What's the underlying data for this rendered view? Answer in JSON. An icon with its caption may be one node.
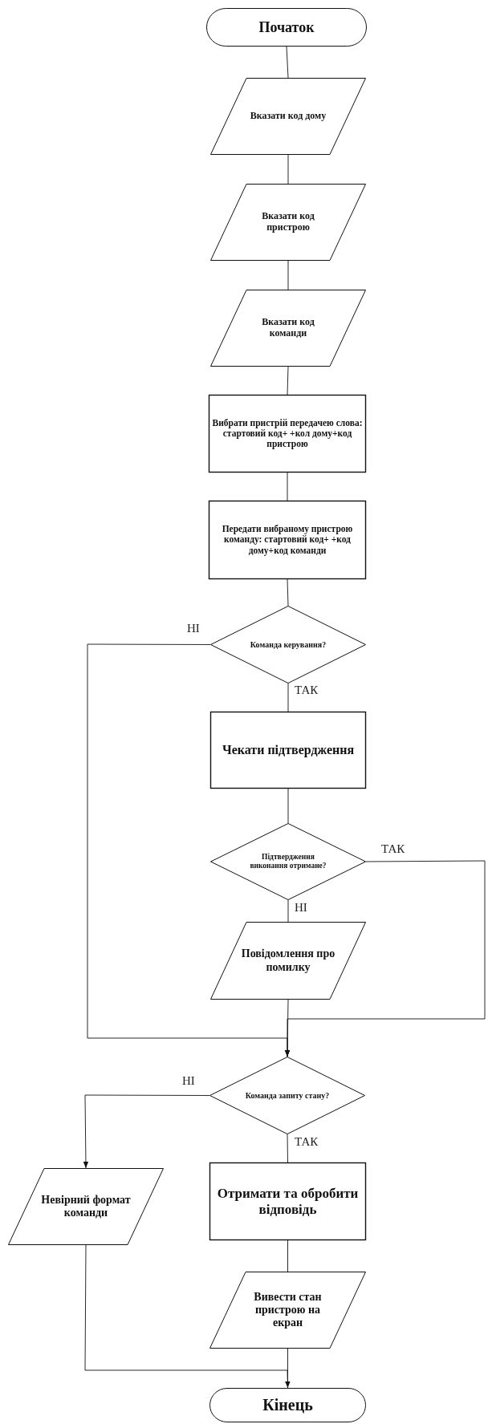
{
  "diagram": {
    "nodes": [
      {
        "text": [
          "Початок"
        ]
      },
      {
        "text": [
          "Вказати код дому"
        ]
      },
      {
        "text": [
          "Вказати код пристрою"
        ]
      },
      {
        "text": [
          "Вказати код команди"
        ]
      },
      {
        "text": [
          "Вибрати пристрій передачею слова: стартовий код+ +кол дому+код пристрою"
        ]
      },
      {
        "text": [
          "Передати вибраному пристрою команду: стартовий код+ +код дому+код команди"
        ]
      },
      {
        "text": [
          "Команда керування?"
        ]
      },
      {
        "text": [
          "Чекати підтвердження"
        ]
      },
      {
        "text": [
          "Підтвердження виконання отримане?"
        ]
      },
      {
        "text": [
          "Повідомлення про помилку"
        ]
      },
      {
        "text": [
          "Команда запиту стану?"
        ]
      },
      {
        "text": [
          "Невірний формат команди"
        ]
      },
      {
        "text": [
          "Отримати та обробити відповідь"
        ]
      },
      {
        "text": [
          "Вивести стан пристрою на екран"
        ]
      },
      {
        "text": [
          "Кінець"
        ]
      }
    ],
    "edges": [
      {
        "from": 0,
        "to": 1,
        "arrow": "none"
      },
      {
        "from": 1,
        "to": 2,
        "arrow": "none"
      },
      {
        "from": 2,
        "to": 3,
        "arrow": "none"
      },
      {
        "from": 3,
        "to": 4,
        "arrow": "none"
      },
      {
        "from": 4,
        "to": 5,
        "arrow": "none"
      },
      {
        "from": 5,
        "to": 6,
        "arrow": "none"
      },
      {
        "from": 6,
        "to": 7,
        "arrow": "none",
        "label": "ТАК"
      },
      {
        "from": 7,
        "to": 8,
        "arrow": "none"
      },
      {
        "from": 8,
        "to": 9,
        "arrow": "none",
        "label": "НІ"
      },
      {
        "from": 9,
        "to": 10,
        "arrow": "none"
      },
      {
        "from": 6,
        "to": 10,
        "arrow": "to",
        "label": "НІ"
      },
      {
        "from": 8,
        "to": 10,
        "arrow": "to",
        "label": "ТАК"
      },
      {
        "from": 10,
        "to": 11,
        "arrow": "to",
        "label": "НІ"
      },
      {
        "from": 10,
        "to": 12,
        "arrow": "none",
        "label": "ТАК"
      },
      {
        "from": 12,
        "to": 13,
        "arrow": "none"
      },
      {
        "from": 13,
        "to": 14,
        "arrow": "none"
      },
      {
        "from": 11,
        "to": 14,
        "arrow": "to"
      }
    ]
  }
}
